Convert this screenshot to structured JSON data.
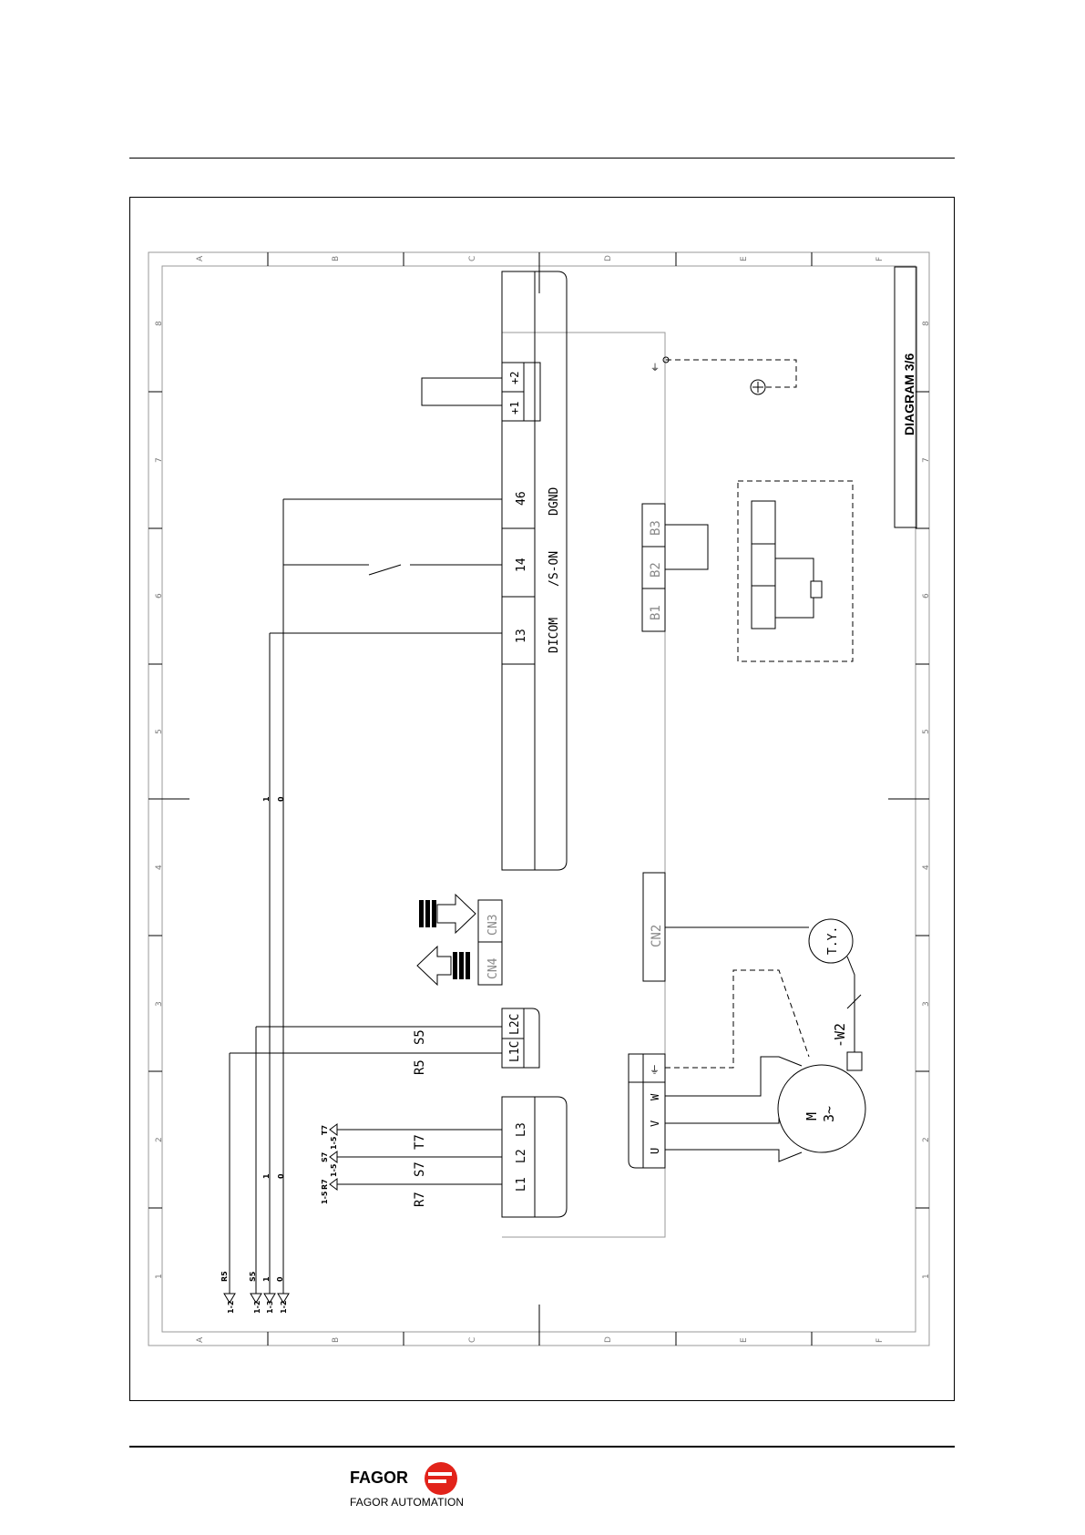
{
  "diagram": {
    "title": "DIAGRAM 3/6",
    "grid_letters": [
      "A",
      "B",
      "C",
      "D",
      "E",
      "F"
    ],
    "grid_numbers": [
      "1",
      "2",
      "3",
      "4",
      "5",
      "6",
      "7",
      "8"
    ],
    "connector_io": {
      "pins": [
        "13",
        "14",
        "46"
      ],
      "signals": [
        "DICOM",
        "/S-ON",
        "DGND"
      ]
    },
    "connector_dc": {
      "pins": [
        "+1",
        "+2"
      ]
    },
    "connector_b": {
      "pins": [
        "B1",
        "B2",
        "B3"
      ]
    },
    "connector_control_power": {
      "pins": [
        "L1C",
        "L2C"
      ],
      "wires": [
        "R5",
        "S5"
      ]
    },
    "connector_main_power": {
      "pins": [
        "L1",
        "L2",
        "L3"
      ],
      "wires": [
        "R7",
        "S7",
        "T7"
      ]
    },
    "connector_motor": {
      "pins": [
        "U",
        "V",
        "W"
      ]
    },
    "cn2": "CN2",
    "cn3": "CN3",
    "cn4": "CN4",
    "encoder": "T.Y.",
    "motor": {
      "line1": "M",
      "line2": "3~"
    },
    "cable": "-W2",
    "wire_marks": [
      "1",
      "0"
    ],
    "terminals_bottom": [
      {
        "name": "R5",
        "ref": "1-2"
      },
      {
        "name": "S5",
        "ref": "1-2"
      },
      {
        "name": "1",
        "ref": "1-3"
      },
      {
        "name": "0",
        "ref": "1-2"
      }
    ],
    "terminals_main": [
      {
        "name": "R7",
        "ref": "1-5"
      },
      {
        "name": "S7",
        "ref": "1-5"
      },
      {
        "name": "T7",
        "ref": "1-5"
      }
    ]
  },
  "footer": {
    "brand": "FAGOR",
    "company": "FAGOR AUTOMATION",
    "brand_color": "#e2231a"
  }
}
